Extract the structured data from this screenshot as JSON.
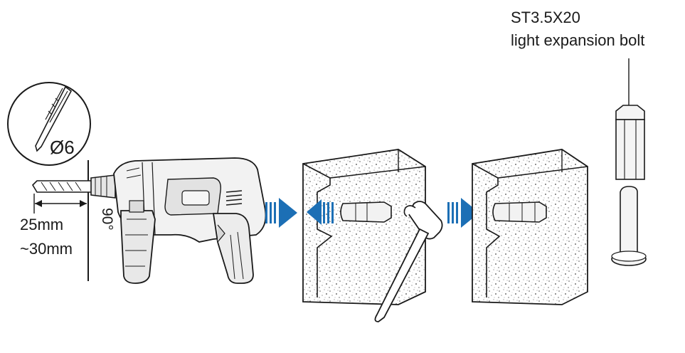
{
  "annotations": {
    "bolt_spec": "ST3.5X20",
    "bolt_name": "light expansion bolt",
    "drill_bit_diameter": "Ø6",
    "depth_min": "25mm",
    "depth_max": "~30mm",
    "drill_angle": "90°"
  },
  "steps": [
    {
      "icon": "drill-icon"
    },
    {
      "icon": "wall-block-icon"
    },
    {
      "icon": "hammer-icon"
    },
    {
      "icon": "wall-block-icon"
    },
    {
      "icon": "expansion-bolt-icon"
    }
  ],
  "colors": {
    "arrow_blue": "#1c6fb5",
    "line": "#1a1a1a",
    "leader_red": "#e02020",
    "drill_body": "#f2f2f2",
    "drill_shade": "#cfcfcf"
  }
}
